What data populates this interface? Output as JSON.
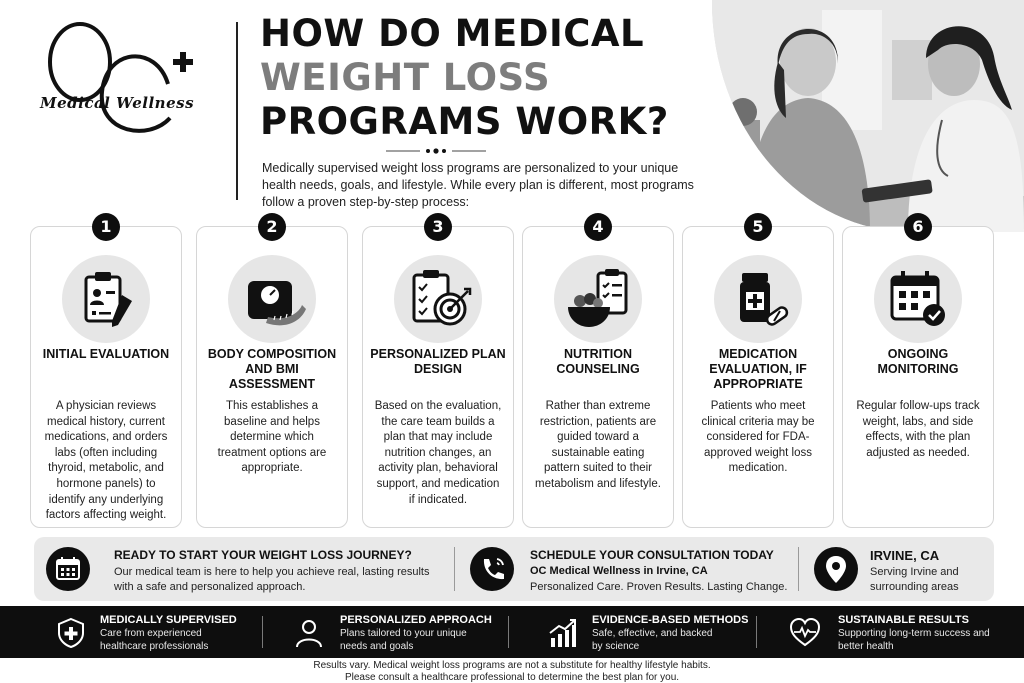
{
  "brand": {
    "logo_text": "Medical Wellness"
  },
  "header": {
    "title_line1": "HOW DO MEDICAL",
    "title_line2": "WEIGHT LOSS",
    "title_line3": "PROGRAMS WORK?",
    "intro": "Medically supervised weight loss programs are personalized to your unique health needs, goals, and lifestyle. While every plan is different, most programs follow a proven step-by-step process:"
  },
  "steps": [
    {
      "number": "1",
      "title": "INITIAL EVALUATION",
      "icon": "clipboard-pen-icon",
      "text": "A physician reviews medical history, current medications, and orders labs (often including thyroid, metabolic, and hormone panels) to identify any underlying factors affecting weight."
    },
    {
      "number": "2",
      "title": "BODY COMPOSITION AND BMI ASSESSMENT",
      "icon": "scale-tape-icon",
      "text": "This establishes a baseline and helps determine which treatment options are appropriate."
    },
    {
      "number": "3",
      "title": "PERSONALIZED PLAN DESIGN",
      "icon": "checklist-target-icon",
      "text": "Based on the evaluation, the care team builds a plan that may include nutrition changes, an activity plan, behavioral support, and medication if indicated."
    },
    {
      "number": "4",
      "title": "NUTRITION COUNSELING",
      "icon": "salad-checklist-icon",
      "text": "Rather than extreme restriction, patients are guided toward a sustainable eating pattern suited to their metabolism and lifestyle."
    },
    {
      "number": "5",
      "title": "MEDICATION EVALUATION, IF APPROPRIATE",
      "icon": "pill-bottle-icon",
      "text": "Patients who meet clinical criteria may be considered for FDA-approved weight loss medication."
    },
    {
      "number": "6",
      "title": "ONGOING MONITORING",
      "icon": "calendar-check-icon",
      "text": "Regular follow-ups track weight, labs, and side effects, with the plan adjusted as needed."
    }
  ],
  "cta": {
    "journey_title": "READY TO START YOUR WEIGHT LOSS JOURNEY?",
    "journey_text": "Our medical team is here to help you achieve real, lasting results with a safe and personalized approach.",
    "schedule_title": "SCHEDULE YOUR CONSULTATION TODAY",
    "schedule_name": "OC Medical Wellness in Irvine, CA",
    "schedule_tagline": "Personalized Care. Proven Results. Lasting Change.",
    "location_title": "IRVINE, CA",
    "location_text": "Serving Irvine and surrounding areas"
  },
  "features": [
    {
      "title": "MEDICALLY SUPERVISED",
      "text": "Care from experienced healthcare professionals",
      "icon": "shield-cross-icon"
    },
    {
      "title": "PERSONALIZED APPROACH",
      "text": "Plans tailored to your unique needs and goals",
      "icon": "person-icon"
    },
    {
      "title": "EVIDENCE-BASED METHODS",
      "text": "Safe, effective, and backed by science",
      "icon": "growth-chart-icon"
    },
    {
      "title": "SUSTAINABLE RESULTS",
      "text": "Supporting long-term success and better health",
      "icon": "heart-pulse-icon"
    }
  ],
  "disclaimer": {
    "line1": "Results vary. Medical weight loss programs are not a substitute for healthy lifestyle habits.",
    "line2": "Please consult a healthcare professional to determine the best plan for you."
  }
}
